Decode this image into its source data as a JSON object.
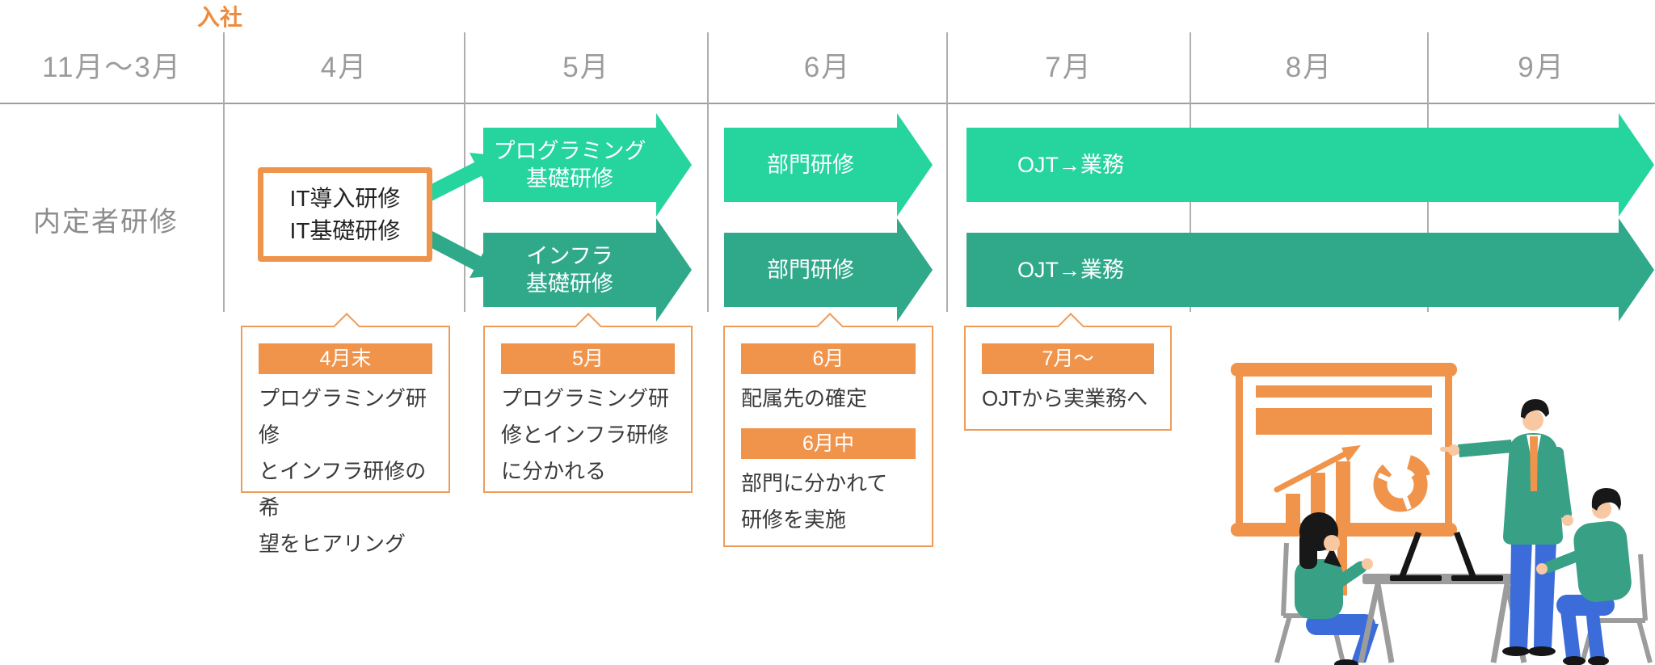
{
  "palette": {
    "orange": "#F0944C",
    "orange_light_border": "#EF9C59",
    "mint_green": "#26D49E",
    "teal_green": "#30A98B",
    "month_gray": "#9B9B9B",
    "line_gray": "#AEAEAE",
    "body_text": "#3A3A3A"
  },
  "header": {
    "joining_label": "入社",
    "months": [
      "11月〜3月",
      "4月",
      "5月",
      "6月",
      "7月",
      "8月",
      "9月"
    ]
  },
  "row_label": "内定者研修",
  "pre_join_box": {
    "text": "IT導入研修\nIT基礎研修"
  },
  "tracks": {
    "programming_basic": "プログラミング\n基礎研修",
    "infra_basic": "インフラ\n基礎研修",
    "dept_training_top": "部門研修",
    "dept_training_bottom": "部門研修",
    "ojt_top": "OJT→業務",
    "ojt_bottom": "OJT→業務"
  },
  "callouts": [
    {
      "sections": [
        {
          "title": "4月末",
          "body": "プログラミング研修\nとインフラ研修の希\n望をヒアリング"
        }
      ]
    },
    {
      "sections": [
        {
          "title": "5月",
          "body": "プログラミング研\n修とインフラ研修\nに分かれる"
        }
      ]
    },
    {
      "sections": [
        {
          "title": "6月",
          "body": "配属先の確定"
        },
        {
          "title": "6月中",
          "body": "部門に分かれて\n研修を実施"
        }
      ]
    },
    {
      "sections": [
        {
          "title": "7月〜",
          "body": "OJTから実業務へ"
        }
      ]
    }
  ],
  "illustration": {
    "name": "team-presentation-illustration"
  }
}
